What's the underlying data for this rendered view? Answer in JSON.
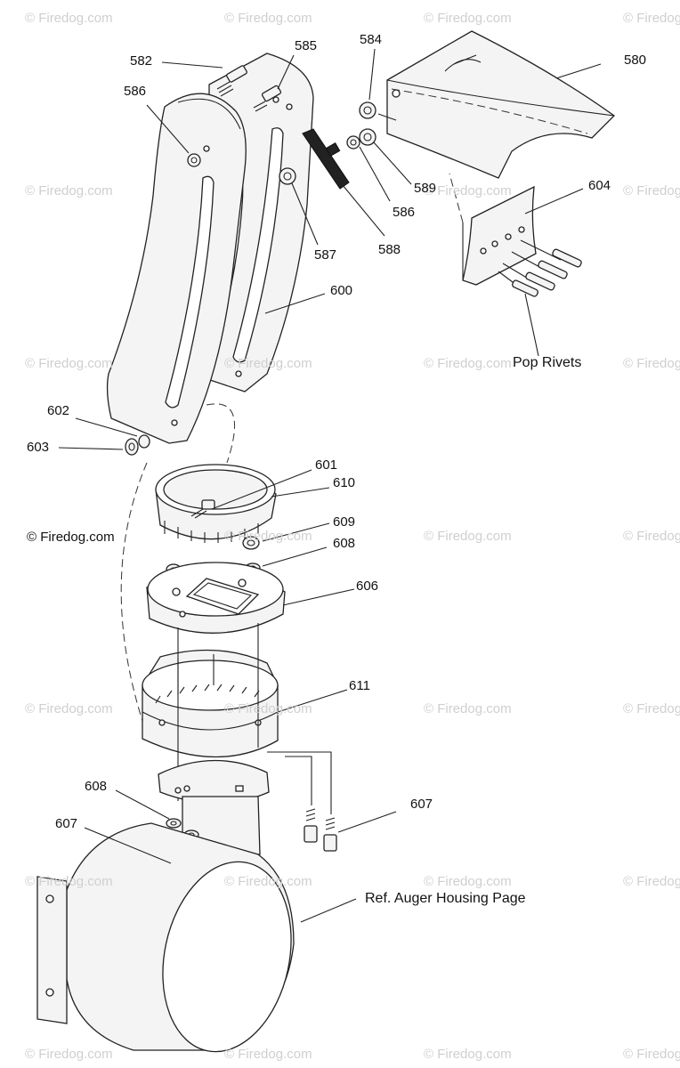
{
  "watermark": {
    "text": "© Firedog.com",
    "color": "#cfcfcf"
  },
  "copyright": "© Firedog.com",
  "parts": [
    {
      "id": "582",
      "label": "582"
    },
    {
      "id": "585",
      "label": "585"
    },
    {
      "id": "584",
      "label": "584"
    },
    {
      "id": "580",
      "label": "580"
    },
    {
      "id": "586a",
      "label": "586"
    },
    {
      "id": "586b",
      "label": "586"
    },
    {
      "id": "589",
      "label": "589"
    },
    {
      "id": "604",
      "label": "604"
    },
    {
      "id": "587",
      "label": "587"
    },
    {
      "id": "588",
      "label": "588"
    },
    {
      "id": "600",
      "label": "600"
    },
    {
      "id": "602",
      "label": "602"
    },
    {
      "id": "603",
      "label": "603"
    },
    {
      "id": "601",
      "label": "601"
    },
    {
      "id": "610",
      "label": "610"
    },
    {
      "id": "609",
      "label": "609"
    },
    {
      "id": "608a",
      "label": "608"
    },
    {
      "id": "606",
      "label": "606"
    },
    {
      "id": "611",
      "label": "611"
    },
    {
      "id": "608b",
      "label": "608"
    },
    {
      "id": "607a",
      "label": "607"
    },
    {
      "id": "607b",
      "label": "607"
    }
  ],
  "notes": {
    "pop_rivets": "Pop Rivets",
    "auger_ref": "Ref. Auger Housing Page"
  }
}
